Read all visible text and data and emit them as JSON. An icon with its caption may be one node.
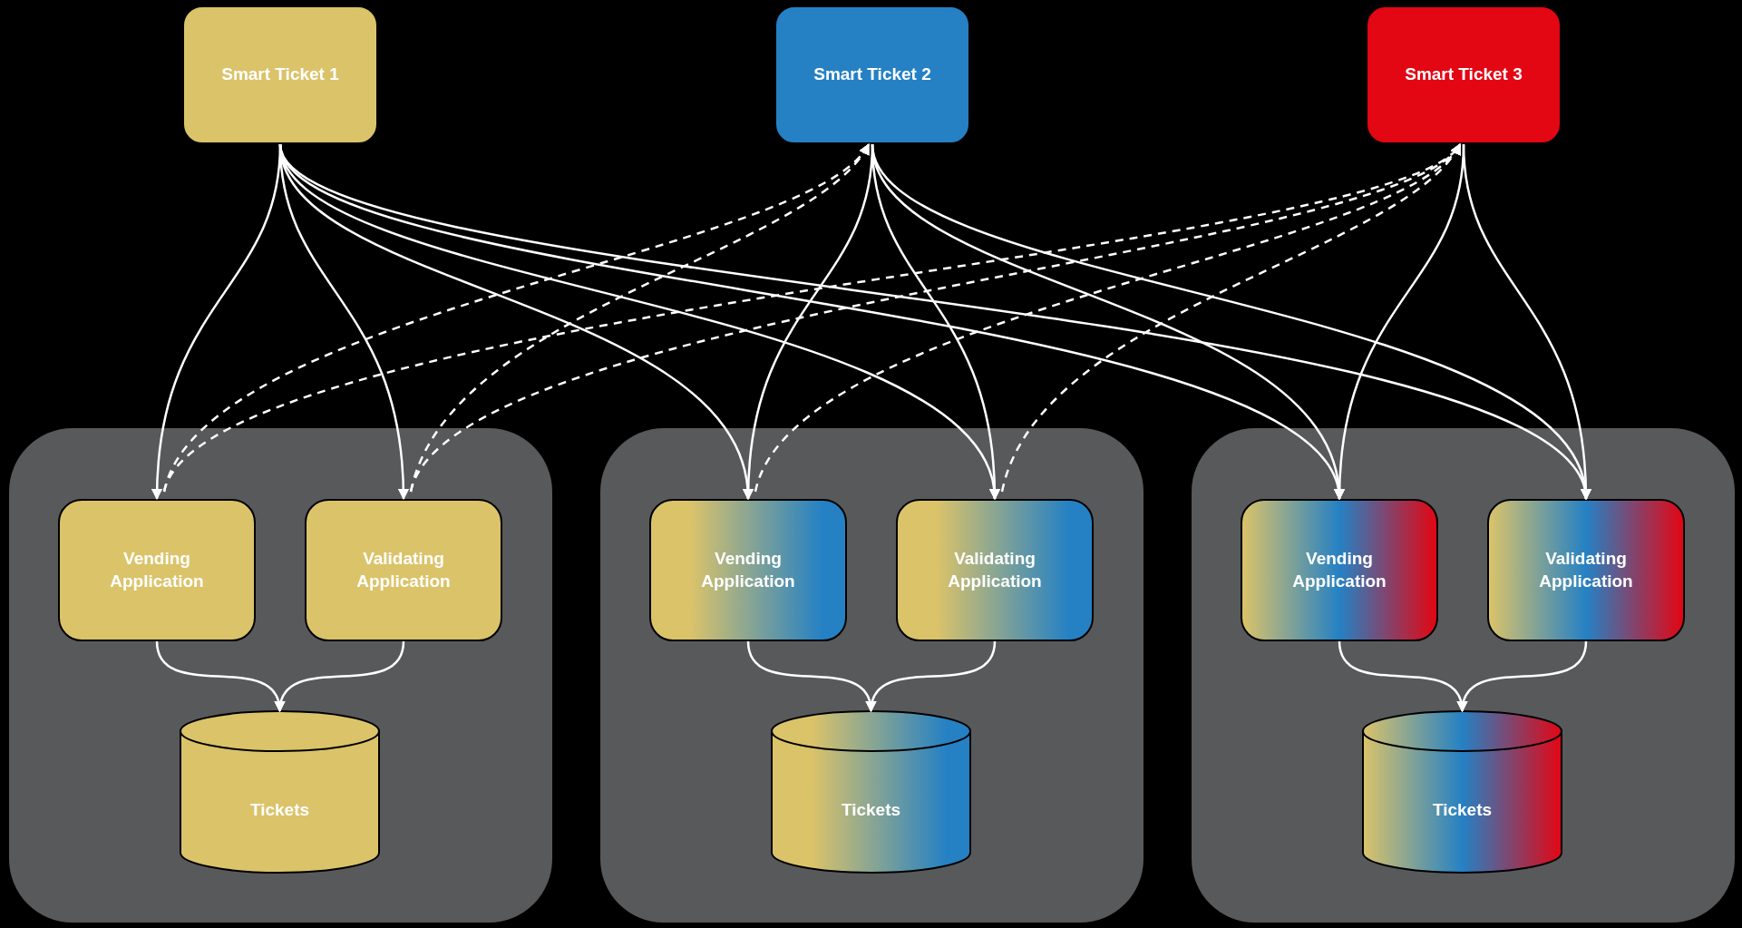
{
  "diagram": {
    "nodes": [
      {
        "text": [
          "Smart Ticket 1"
        ]
      },
      {
        "text": [
          "Smart Ticket 2"
        ]
      },
      {
        "text": [
          "Smart Ticket 3"
        ]
      },
      {
        "text": [],
        "shape": "box"
      },
      {
        "text": [
          "Vending Application"
        ],
        "in": 3
      },
      {
        "text": [
          "Validating Application"
        ],
        "in": 3
      },
      {
        "text": [
          "Tickets"
        ],
        "in": 3
      },
      {
        "text": [],
        "shape": "box"
      },
      {
        "text": [
          "Vending Application"
        ],
        "in": 7
      },
      {
        "text": [
          "Validating Application"
        ],
        "in": 7
      },
      {
        "text": [
          "Tickets"
        ],
        "in": 7
      },
      {
        "text": [],
        "shape": "box"
      },
      {
        "text": [
          "Vending Application"
        ],
        "in": 11
      },
      {
        "text": [
          "Validating Application"
        ],
        "in": 11
      },
      {
        "text": [
          "Tickets"
        ],
        "in": 11
      }
    ],
    "edges": [
      {
        "from": 0,
        "to": 4,
        "arrow": "to"
      },
      {
        "from": 0,
        "to": 5,
        "arrow": "to"
      },
      {
        "from": 0,
        "to": 8,
        "arrow": "to"
      },
      {
        "from": 0,
        "to": 9,
        "arrow": "to"
      },
      {
        "from": 0,
        "to": 12,
        "arrow": "to"
      },
      {
        "from": 0,
        "to": 13,
        "arrow": "to"
      },
      {
        "from": 1,
        "to": 8,
        "arrow": "to"
      },
      {
        "from": 1,
        "to": 9,
        "arrow": "to"
      },
      {
        "from": 1,
        "to": 12,
        "arrow": "to"
      },
      {
        "from": 1,
        "to": 13,
        "arrow": "to"
      },
      {
        "from": 2,
        "to": 12,
        "arrow": "to"
      },
      {
        "from": 2,
        "to": 13,
        "arrow": "to"
      },
      {
        "from": 4,
        "to": 1,
        "arrow": "to",
        "style": "dashed"
      },
      {
        "from": 5,
        "to": 1,
        "arrow": "to",
        "style": "dashed"
      },
      {
        "from": 4,
        "to": 2,
        "arrow": "to",
        "style": "dashed"
      },
      {
        "from": 5,
        "to": 2,
        "arrow": "to",
        "style": "dashed"
      },
      {
        "from": 8,
        "to": 2,
        "arrow": "to",
        "style": "dashed"
      },
      {
        "from": 9,
        "to": 2,
        "arrow": "to",
        "style": "dashed"
      },
      {
        "from": 4,
        "to": 6,
        "arrow": "to"
      },
      {
        "from": 5,
        "to": 6,
        "arrow": "to"
      },
      {
        "from": 8,
        "to": 10,
        "arrow": "to"
      },
      {
        "from": 9,
        "to": 10,
        "arrow": "to"
      },
      {
        "from": 12,
        "to": 14,
        "arrow": "to"
      },
      {
        "from": 13,
        "to": 14,
        "arrow": "to"
      }
    ]
  }
}
